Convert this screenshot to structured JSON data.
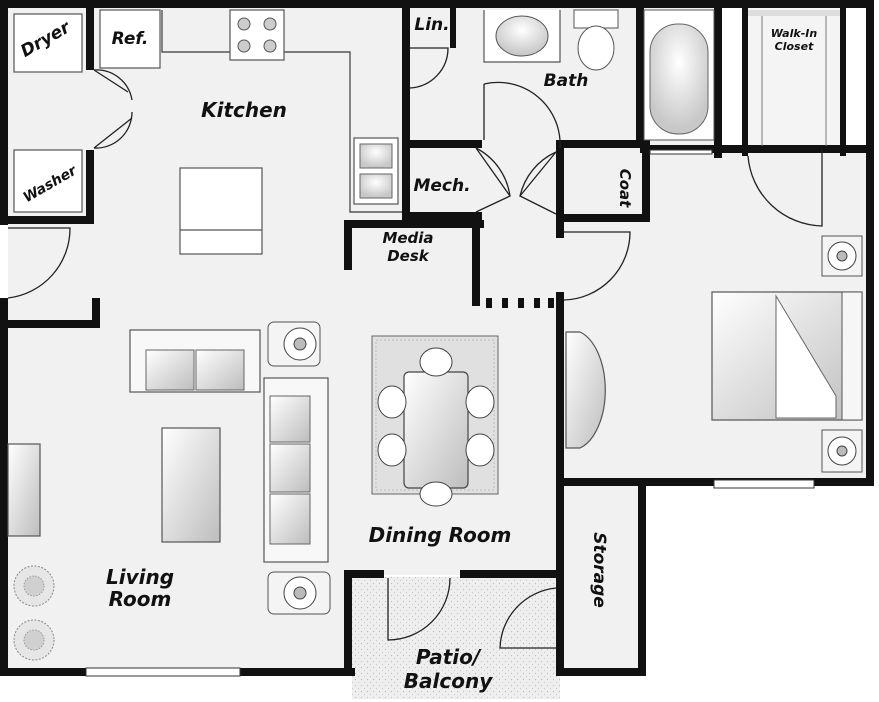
{
  "colors": {
    "wall": "#111111",
    "floor": "#f1f1f1",
    "fixture": "#fafafa",
    "fixture_stroke": "#555555",
    "rug": "#e2e2e2",
    "patio": "#e6e6e6"
  },
  "labels": {
    "dryer": "Dryer",
    "washer": "Washer",
    "ref": "Ref.",
    "kitchen": "Kitchen",
    "lin": "Lin.",
    "bath": "Bath",
    "walkin_line1": "Walk-In",
    "walkin_line2": "Closet",
    "mech": "Mech.",
    "coat": "Coat",
    "media_line1": "Media",
    "media_line2": "Desk",
    "dining": "Dining Room",
    "living_line1": "Living",
    "living_line2": "Room",
    "storage": "Storage",
    "patio_line1": "Patio/",
    "patio_line2": "Balcony"
  },
  "icons": [
    "stove-icon",
    "sink-icon",
    "toilet-icon",
    "bathtub-icon",
    "bed-icon",
    "sofa-icon",
    "armchair-icon",
    "dining-table-icon",
    "lamp-icon",
    "plant-icon"
  ]
}
